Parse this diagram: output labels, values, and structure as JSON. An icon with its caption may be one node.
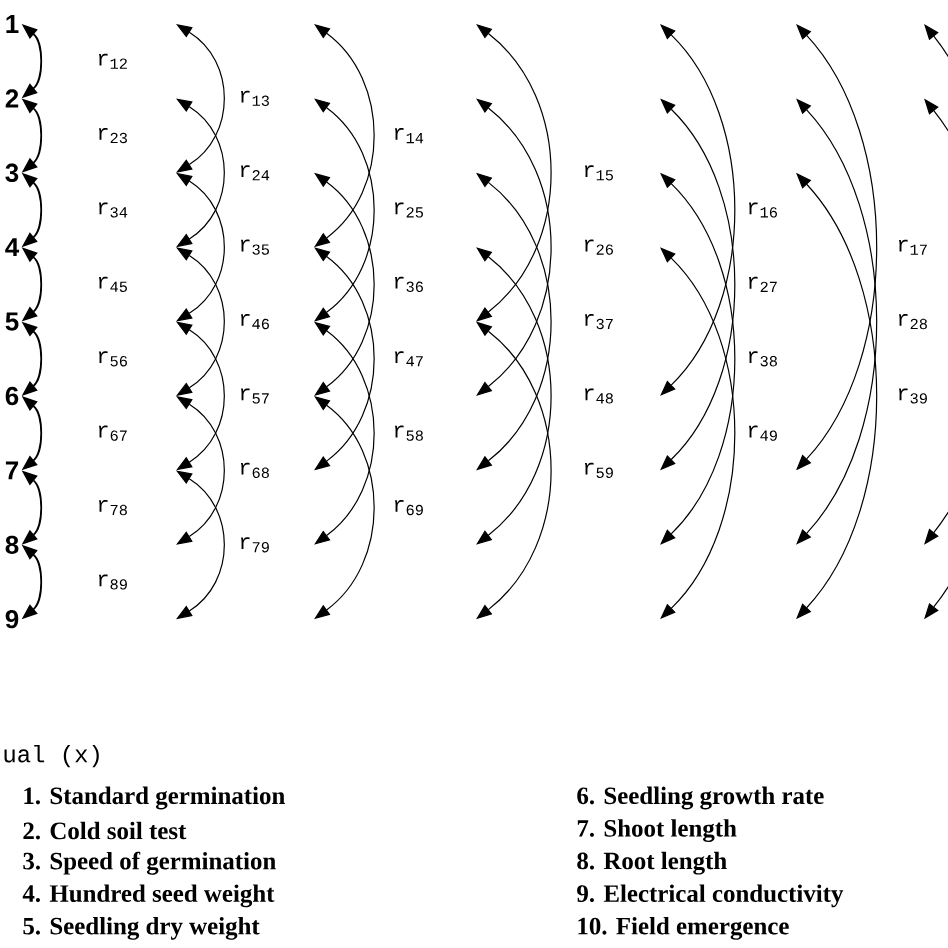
{
  "diagram": {
    "nodes": [
      {
        "text": [
          "1"
        ]
      },
      {
        "text": [
          "2"
        ]
      },
      {
        "text": [
          "3"
        ]
      },
      {
        "text": [
          "4"
        ]
      },
      {
        "text": [
          "5"
        ]
      },
      {
        "text": [
          "6"
        ]
      },
      {
        "text": [
          "7"
        ]
      },
      {
        "text": [
          "8"
        ]
      },
      {
        "text": [
          "9"
        ]
      }
    ],
    "edges": [
      {
        "from": 0,
        "to": 1,
        "arrow": "both"
      },
      {
        "from": 1,
        "to": 2,
        "arrow": "both"
      },
      {
        "from": 2,
        "to": 3,
        "arrow": "both"
      },
      {
        "from": 3,
        "to": 4,
        "arrow": "both"
      },
      {
        "from": 4,
        "to": 5,
        "arrow": "both"
      },
      {
        "from": 5,
        "to": 6,
        "arrow": "both"
      },
      {
        "from": 6,
        "to": 7,
        "arrow": "both"
      },
      {
        "from": 7,
        "to": 8,
        "arrow": "both"
      }
    ],
    "labels": [
      "r$_{12}$",
      "r$_{23}$",
      "r$_{34}$",
      "r$_{45}$",
      "r$_{56}$",
      "r$_{67}$",
      "r$_{78}$",
      "r$_{89}$",
      "r$_{13}$",
      "r$_{24}$",
      "r$_{35}$",
      "r$_{46}$",
      "r$_{57}$",
      "r$_{68}$",
      "r$_{79}$",
      "r$_{14}$",
      "r$_{25}$",
      "r$_{36}$",
      "r$_{47}$",
      "r$_{58}$",
      "r$_{69}$",
      "r$_{15}$",
      "r$_{26}$",
      "r$_{37}$",
      "r$_{48}$",
      "r$_{59}$",
      "r$_{16}$",
      "r$_{27}$",
      "r$_{38}$",
      "r$_{49}$",
      "r$_{17}$",
      "r$_{28}$",
      "r$_{39}$",
      "ual (x)",
      "1. Standard germination",
      "2. Cold soil test",
      "3. Speed of germination",
      "4. Hundred seed weight",
      "5. Seedling dry weight",
      "6. Seedling growth rate",
      "7. Shoot length",
      "8. Root length",
      "9. Electrical conductivity",
      "10. Field emergence"
    ]
  }
}
